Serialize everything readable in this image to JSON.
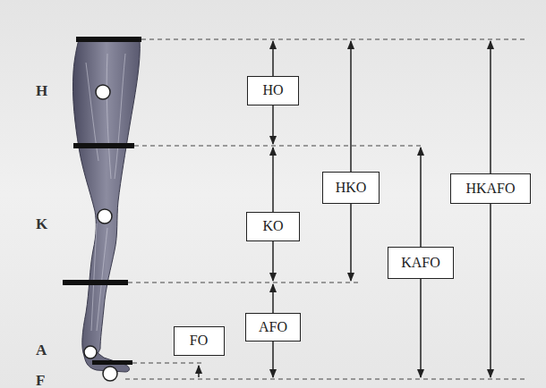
{
  "diagram": {
    "nodes": [
      {
        "text": [
          "HO"
        ]
      },
      {
        "text": [
          "HKO"
        ]
      },
      {
        "text": [
          "HKAFO"
        ]
      },
      {
        "text": [
          "KO"
        ]
      },
      {
        "text": [
          "KAFO"
        ]
      },
      {
        "text": [
          "AFO"
        ]
      },
      {
        "text": [
          "FO"
        ]
      }
    ],
    "labels": [
      "H",
      "K",
      "A",
      "F"
    ]
  }
}
